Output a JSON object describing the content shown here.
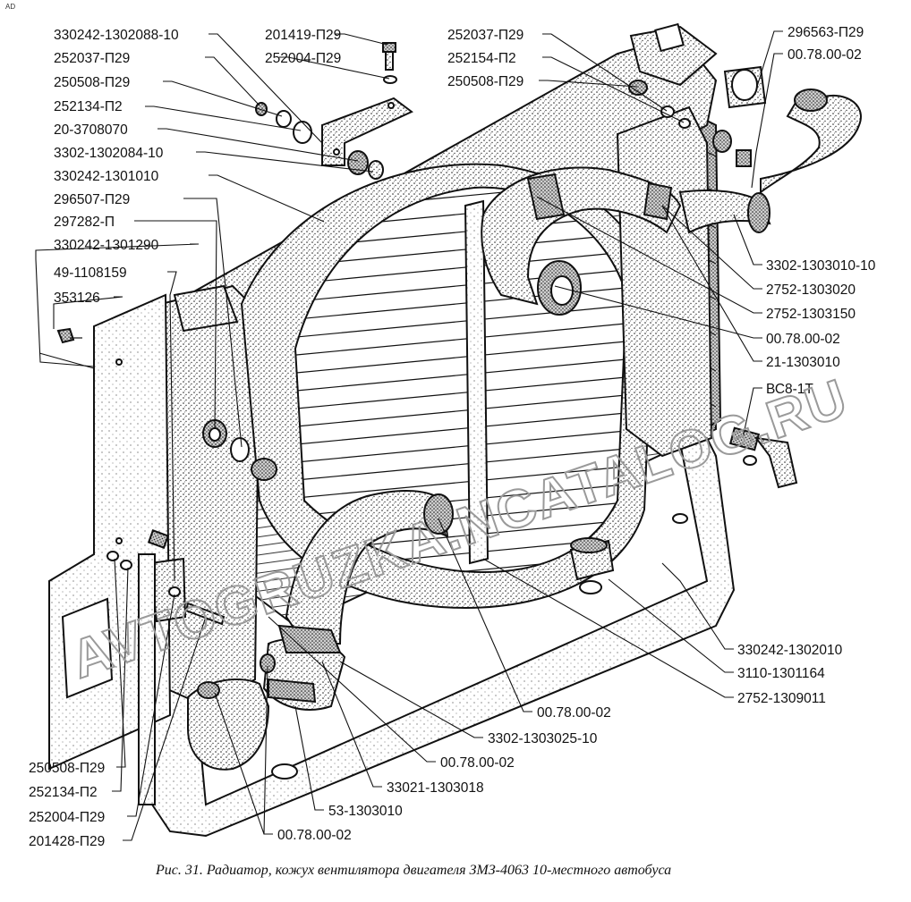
{
  "corner_mark": "AD",
  "caption": "Рис. 31. Радиатор, кожух вентилятора двигателя ЗМЗ-4063 10-местного автобуса",
  "watermark": "AVTOGRUZKA.NCATALOG.RU",
  "labels": {
    "l_330242_1302088_10": "330242-1302088-10",
    "l_252037_p29_a": "252037-П29",
    "l_250508_p29_a": "250508-П29",
    "l_252134_p2_a": "252134-П2",
    "l_20_3708070": "20-3708070",
    "l_3302_1302084_10": "3302-1302084-10",
    "l_330242_1301010": "330242-1301010",
    "l_296507_p29": "296507-П29",
    "l_297282_p": "297282-П",
    "l_330242_1301290": "330242-1301290",
    "l_49_1108159": "49-1108159",
    "l_353126": "353126",
    "l_201419_p29": "201419-П29",
    "l_252004_p29_a": "252004-П29",
    "l_252037_p29_b": "252037-П29",
    "l_252154_p2": "252154-П2",
    "l_250508_p29_b": "250508-П29",
    "l_296563_p29": "296563-П29",
    "l_00_78_00_02_a": "00.78.00-02",
    "l_3302_1303010_10": "3302-1303010-10",
    "l_2752_1303020": "2752-1303020",
    "l_2752_1303150": "2752-1303150",
    "l_00_78_00_02_b": "00.78.00-02",
    "l_21_1303010": "21-1303010",
    "l_vs8_1t": "ВС8-1Т",
    "l_330242_1302010": "330242-1302010",
    "l_3110_1301164": "3110-1301164",
    "l_2752_1309011": "2752-1309011",
    "l_00_78_00_02_c": "00.78.00-02",
    "l_3302_1303025_10": "3302-1303025-10",
    "l_00_78_00_02_d": "00.78.00-02",
    "l_33021_1303018": "33021-1303018",
    "l_53_1303010": "53-1303010",
    "l_00_78_00_02_e": "00.78.00-02",
    "l_250508_p29_c": "250508-П29",
    "l_252134_p2_b": "252134-П2",
    "l_252004_p29_b": "252004-П29",
    "l_201428_p29": "201428-П29"
  }
}
